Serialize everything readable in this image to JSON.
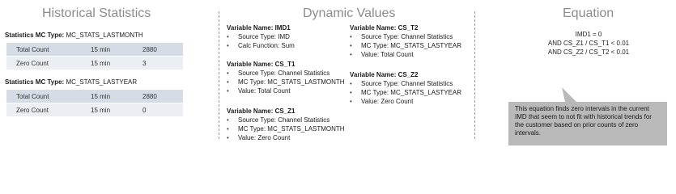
{
  "titles": {
    "left": "Historical Statistics",
    "middle": "Dynamic Values",
    "right": "Equation"
  },
  "stats": [
    {
      "label": "Statistics MC Type:",
      "value": "MC_STATS_LASTMONTH",
      "rows": [
        {
          "name": "Total Count",
          "interval": "15 min",
          "count": "2880"
        },
        {
          "name": "Zero Count",
          "interval": "15 min",
          "count": "3"
        }
      ]
    },
    {
      "label": "Statistics MC Type:",
      "value": "MC_STATS_LASTYEAR",
      "rows": [
        {
          "name": "Total Count",
          "interval": "15 min",
          "count": "2880"
        },
        {
          "name": "Zero Count",
          "interval": "15 min",
          "count": "0"
        }
      ]
    }
  ],
  "variables": [
    {
      "head": "Variable Name: IMD1",
      "lines": [
        "Source Type: IMD",
        "Calc Function: Sum"
      ]
    },
    {
      "head": "Variable Name: CS_T1",
      "lines": [
        "Source Type: Channel Statistics",
        "MC Type: MC_STATS_LASTMONTH",
        "Value: Total Count"
      ]
    },
    {
      "head": "Variable Name: CS_Z1",
      "lines": [
        "Source Type: Channel Statistics",
        "MC Type: MC_STATS_LASTMONTH",
        "Value: Zero Count"
      ]
    },
    {
      "head": "Variable Name: CS_T2",
      "lines": [
        "Source Type: Channel Statistics",
        "MC Type: MC_STATS_LASTYEAR",
        "Value: Total Count"
      ]
    },
    {
      "head": "Variable Name: CS_Z2",
      "lines": [
        "Source Type: Channel Statistics",
        "MC Type: MC_STATS_LASTYEAR",
        "Value: Zero Count"
      ]
    }
  ],
  "bullet": "•",
  "equation": [
    "IMD1 = 0",
    "AND CS_Z1 / CS_T1 < 0.01",
    "AND CS_Z2 / CS_T2 < 0.01"
  ],
  "note": "This equation finds zero intervals in the current IMD that seem to not fit with historical trends for the customer based on prior counts of zero intervals.",
  "colors": {
    "title": "#8c8c8c",
    "row_dark": "#d5dce6",
    "row_light": "#ebeef3",
    "note_bg": "#b9b9b9"
  }
}
